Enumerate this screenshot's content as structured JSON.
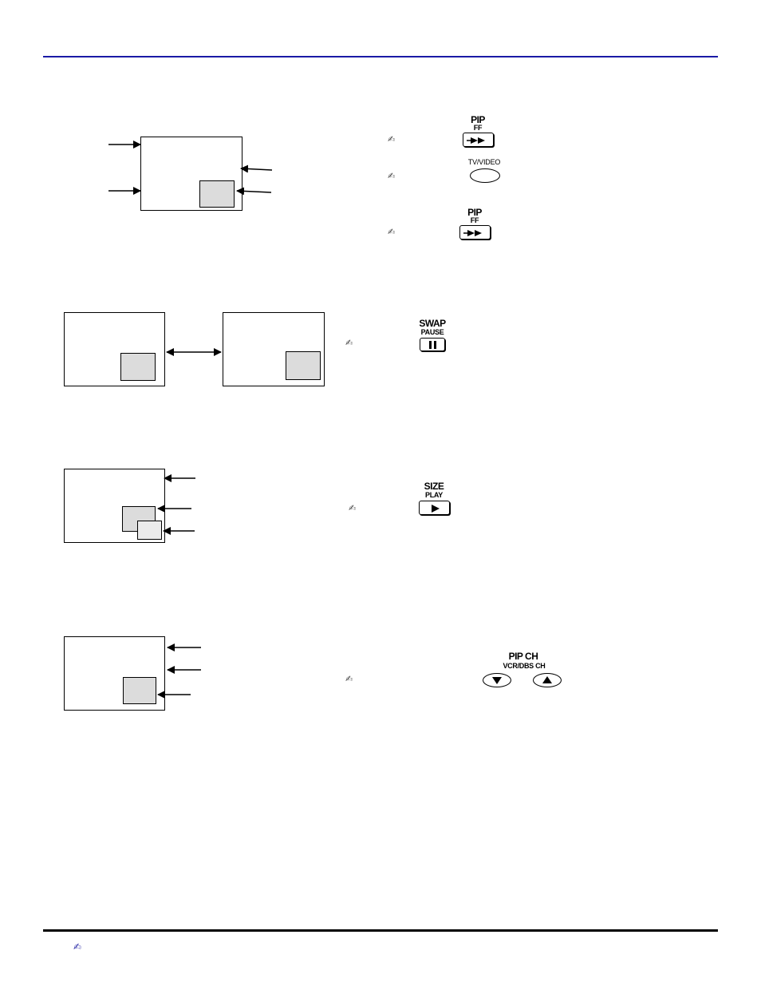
{
  "colors": {
    "header_rule": "#1a1aa6",
    "footer_rule": "#000000",
    "pip_fill": "#dcdcdc",
    "note_icon": "#3333aa"
  },
  "icons": {
    "note": "pencil-note-icon"
  },
  "note_glyph": "✍",
  "buttons": {
    "pip_ff_1": {
      "label": "PIP",
      "sub": "FF"
    },
    "tv_video": {
      "label": "TV/VIDEO"
    },
    "pip_ff_2": {
      "label": "PIP",
      "sub": "FF"
    },
    "swap_pause": {
      "label": "SWAP",
      "sub": "PAUSE"
    },
    "size_play": {
      "label": "SIZE",
      "sub": "PLAY"
    },
    "pip_ch": {
      "label": "PIP CH",
      "sub": "VCR/DBS CH"
    }
  }
}
